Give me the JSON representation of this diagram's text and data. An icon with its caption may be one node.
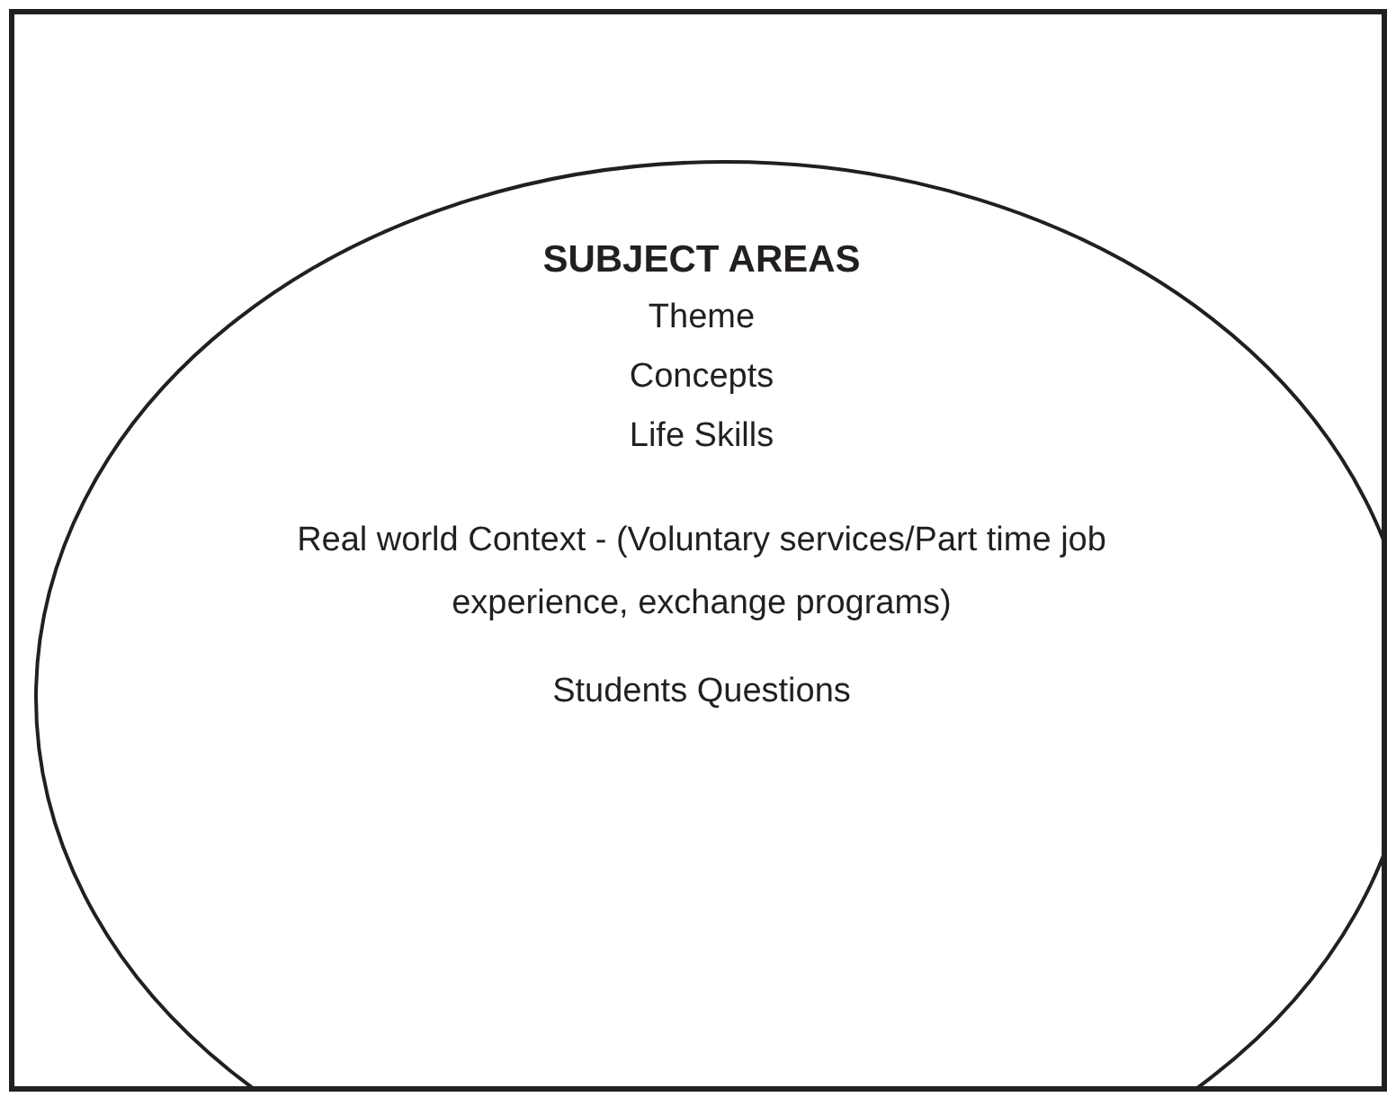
{
  "diagram": {
    "nodes": [
      {
        "text": [
          "SUBJECT AREAS",
          "Theme",
          "Concepts",
          "Life Skills",
          "Real world Context - (Voluntary services/Part time job experience, exchange programs)",
          "Students Questions"
        ]
      }
    ]
  }
}
